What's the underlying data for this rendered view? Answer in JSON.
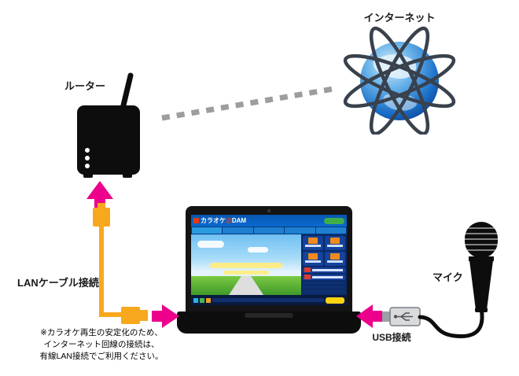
{
  "labels": {
    "internet": "インターネット",
    "router": "ルーター",
    "lan_cable": "LANケーブル接続",
    "mic": "マイク",
    "usb": "USB接続"
  },
  "note": {
    "line1": "※カラオケ再生の安定化のため、",
    "line2": "インターネット回線の接続は、",
    "line3": "有線LAN接続でご利用ください。"
  },
  "laptop_screen": {
    "title_prefix": "カラオケ",
    "title_at": "@",
    "title_suffix": "DAM"
  },
  "colors": {
    "arrow_pink": "#ec008c",
    "cable_yellow": "#f8a81d",
    "dotted_line_gray": "#9d9d9d",
    "device_black": "#0d0d0d",
    "screen_header_blue": "#0857b0",
    "grass_green": "#4aa52f"
  }
}
